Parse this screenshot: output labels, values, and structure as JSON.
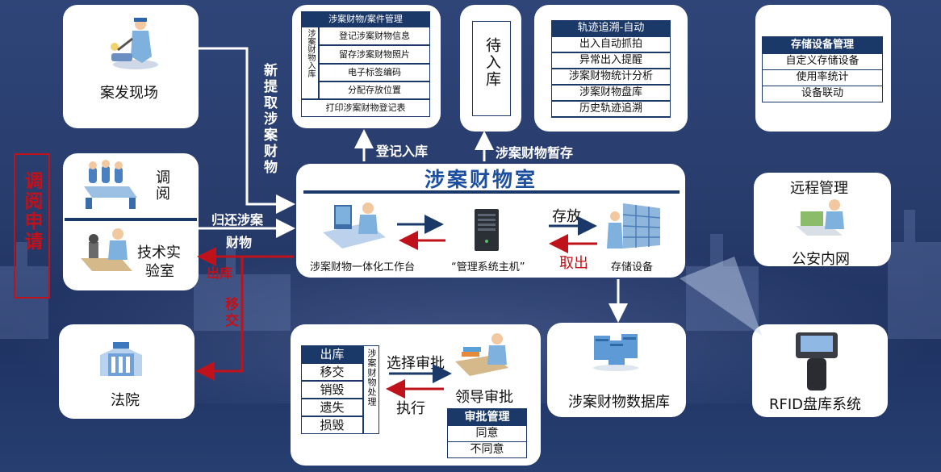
{
  "side_label": "调阅申请",
  "crime_scene": {
    "label": "案发现场"
  },
  "archive": {
    "label": "调阅"
  },
  "lab": {
    "label": "技术实验室"
  },
  "court": {
    "label": "法院"
  },
  "case_mgmt": {
    "title": "涉案财物/案件管理",
    "side": "涉案财物入库",
    "rows": [
      "登记涉案财物信息",
      "留存涉案财物照片",
      "电子标签编码",
      "分配存放位置"
    ],
    "footer": "打印涉案财物登记表"
  },
  "pending": {
    "label": "待入库"
  },
  "tracking": {
    "title": "轨迹追溯-自动",
    "rows": [
      "出入自动抓拍",
      "异常出入提醒",
      "涉案财物统计分析",
      "涉案财物盘库",
      "历史轨迹追溯"
    ]
  },
  "storage_mgmt": {
    "title": "存储设备管理",
    "rows": [
      "自定义存储设备",
      "使用率统计",
      "设备联动"
    ]
  },
  "remote": {
    "title": "远程管理",
    "label": "公安内网"
  },
  "evidence_room": {
    "title": "涉案财物室",
    "workstation": "涉案财物一体化工作台",
    "host": "“管理系统主机”",
    "storage": "存储设备",
    "store": "存放",
    "retrieve": "取出"
  },
  "arrows": {
    "new_extract": "新提取涉案财物",
    "register_in": "登记入库",
    "temp_store": "涉案财物暂存",
    "return_1": "归还涉案",
    "return_2": "财物",
    "out": "出库",
    "transfer": "移交"
  },
  "disposal": {
    "header": "出库",
    "rows": [
      "移交",
      "销毁",
      "遗失",
      "损毁"
    ],
    "side": "涉案财物处理",
    "select": "选择审批",
    "execute": "执行",
    "leader": "领导审批",
    "approval_title": "审批管理",
    "approval_rows": [
      "同意",
      "不同意"
    ]
  },
  "database": {
    "label": "涉案财物数据库"
  },
  "rfid": {
    "label": "RFID盘库系统"
  },
  "colors": {
    "navy": "#1a3868",
    "red": "#c0121a",
    "background": "#2c4274"
  }
}
